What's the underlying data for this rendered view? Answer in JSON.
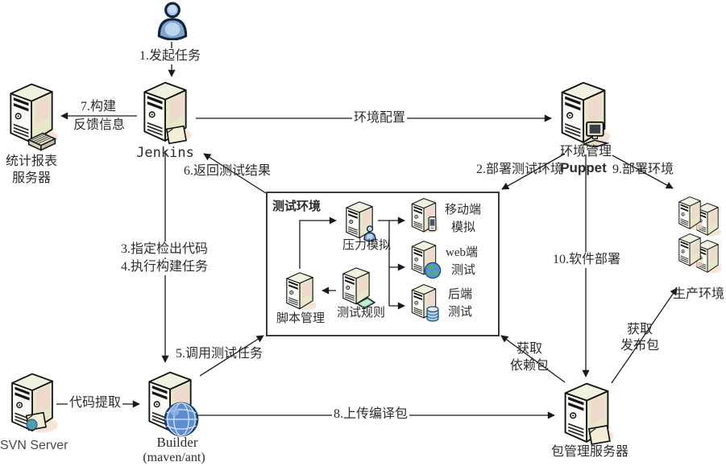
{
  "diagram": {
    "nodes": {
      "user": {
        "icon": "person-icon"
      },
      "jenkins": {
        "label": "Jenkins",
        "icon": "server-tower-with-folder"
      },
      "stats": {
        "label1": "统计报表",
        "label2": "服务器",
        "icon": "server-tower-with-printer"
      },
      "puppet": {
        "label1": "环境管理",
        "label2": "Puppet",
        "icon": "server-tower-with-pc"
      },
      "production": {
        "label": "生产环境",
        "icon": "server-cluster-4"
      },
      "svn": {
        "label": "SVN Server",
        "icon": "server-tower-with-folder-disc"
      },
      "builder": {
        "label1": "Builder",
        "label2": "(maven/ant)",
        "icon": "server-tower-with-globe"
      },
      "package": {
        "label": "包管理服务器",
        "icon": "server-tower-with-folder"
      }
    },
    "test_env": {
      "title": "测试环境",
      "stress": {
        "label": "压力模拟",
        "icon": "server-tower-with-person"
      },
      "script": {
        "label": "脚本管理",
        "icon": "server-tower"
      },
      "rules": {
        "label": "测试规则",
        "icon": "server-tower-with-card"
      },
      "mobile": {
        "label1": "移动端",
        "label2": "模拟",
        "icon": "server-tower-with-phone"
      },
      "web": {
        "label1": "web端",
        "label2": "测试",
        "icon": "server-tower-with-earth"
      },
      "backend": {
        "label1": "后端",
        "label2": "测试",
        "icon": "server-tower-with-database"
      }
    },
    "edges": {
      "initiate_task": "1.发起任务",
      "deploy_test_env": "2.部署测试环境",
      "checkout_code": "3.指定检出代码",
      "run_build_task": "4.执行构建任务",
      "invoke_test_task": "5.调用测试任务",
      "return_test_result": "6.返回测试结果",
      "build_feedback_1": "7.构建",
      "build_feedback_2": "反馈信息",
      "upload_build_package": "8.上传编译包",
      "deploy_env": "9.部署环境",
      "software_deploy": "10.软件部署",
      "env_config": "环境配置",
      "code_fetch": "代码提取",
      "get_dependency_1": "获取",
      "get_dependency_2": "依赖包",
      "get_release_1": "获取",
      "get_release_2": "发布包"
    },
    "colors": {
      "line": "#1a1a1a",
      "server_front": "#fcfcf6",
      "server_side": "#e7e7c9",
      "server_top": "#f1f1df",
      "person_blue": "#7fa5cf",
      "globe_blue": "#5d8ed2",
      "database_blue": "#a9cdea",
      "card_green": "#8ed0a4",
      "text": "#2d2d2d"
    }
  }
}
